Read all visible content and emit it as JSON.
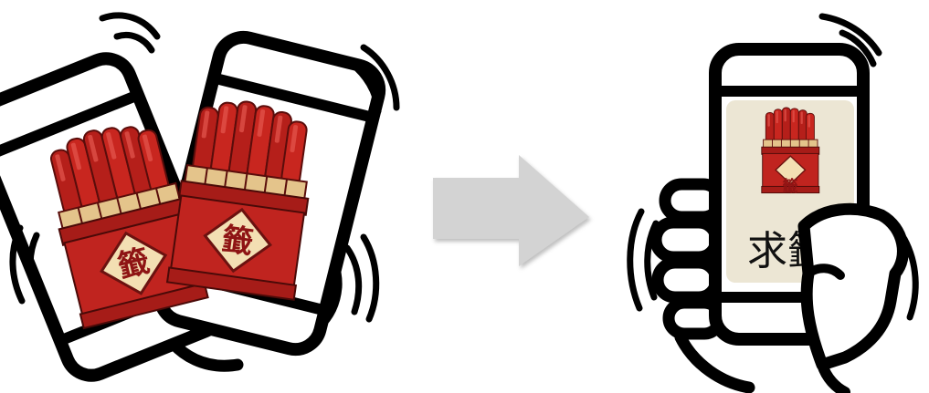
{
  "before": {
    "seal_char": "籤"
  },
  "after": {
    "seal_char": "籤",
    "app_title": "求籤"
  },
  "icons": [
    "shaking-phone-icon",
    "hand-icon",
    "fortune-sticks-icon",
    "arrow-right-icon"
  ],
  "colors": {
    "outline": "#000000",
    "tube_red": "#c0241f",
    "stick_red": "#b51f1a",
    "seal_fill": "#f3dfb3",
    "band_gold": "#e4c48b",
    "screen_bg": "#ece6d4",
    "arrow_gray": "#d3d3d3"
  }
}
